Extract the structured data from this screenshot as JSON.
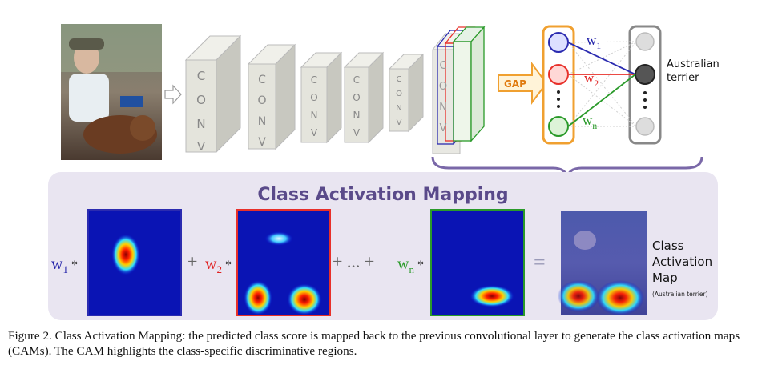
{
  "figure": {
    "conv_label": "CONV",
    "gap_label": "GAP",
    "output_dots": "•\n•\n•",
    "weights": {
      "w1": {
        "base": "w",
        "sub": "1",
        "color": "#1f1fa8"
      },
      "w2": {
        "base": "w",
        "sub": "2",
        "color": "#e02020"
      },
      "wn": {
        "base": "w",
        "sub": "n",
        "color": "#2a9a2a"
      }
    },
    "class_label_line1": "Australian",
    "class_label_line2": "terrier",
    "cam_panel": {
      "title": "Class Activation Mapping",
      "operators": {
        "plus": "+",
        "ellipsis": "+ ... +",
        "equals": "=",
        "times": "*"
      },
      "result_label_line1": "Class",
      "result_label_line2": "Activation",
      "result_label_line3": "Map",
      "result_sublabel": "(Australian terrier)"
    },
    "colors": {
      "blue": "#2b2bb0",
      "red": "#e8302a",
      "green": "#2a9a2a",
      "gap_orange": "#f0a030",
      "panel_bg": "#e9e5f1",
      "title_purple": "#5a4a8a",
      "arrow_purple": "#7a68a8"
    }
  },
  "caption": {
    "text": "Figure 2. Class Activation Mapping: the predicted class score is mapped back to the previous convolutional layer to generate the class activation maps (CAMs). The CAM highlights the class-specific discriminative regions."
  }
}
